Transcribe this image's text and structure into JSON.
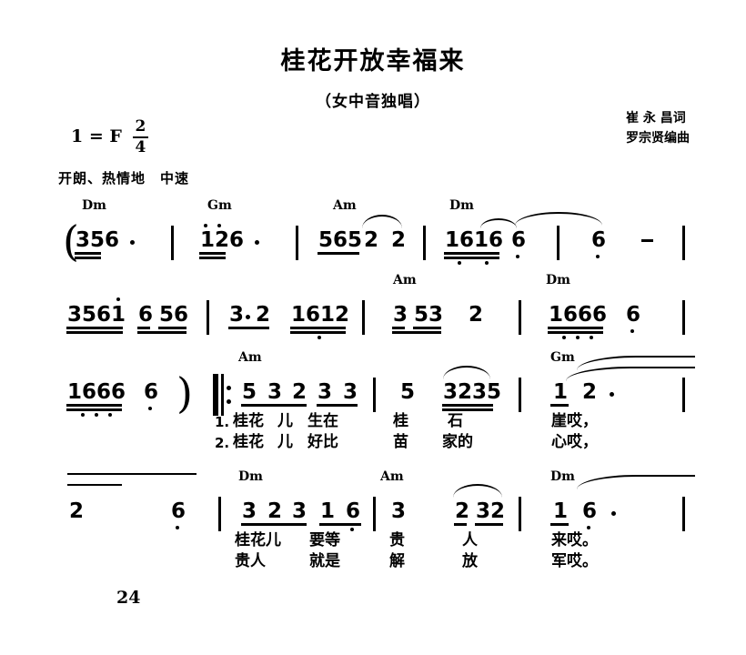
{
  "page": {
    "title": "桂花开放幸福来",
    "subtitle": "（女中音独唱）",
    "page_number": "24"
  },
  "credits": {
    "lyricist": "崔 永 昌词",
    "arranger": "罗宗贤编曲"
  },
  "heading": {
    "key_label": "1 = F",
    "meter_numerator": "2",
    "meter_denominator": "4",
    "tempo_expression": "开朗、热情地　中速"
  },
  "score": {
    "systems": [
      {
        "name": "system-1",
        "chords": [
          "Dm",
          "Gm",
          "Am",
          "Dm"
        ],
        "measures": [
          {
            "notes": "35 6 ·"
          },
          {
            "notes": "12 6 ·"
          },
          {
            "notes": "565 2  2"
          },
          {
            "notes": "1616  6·"
          },
          {
            "notes": "6  –"
          }
        ]
      },
      {
        "name": "system-2",
        "chords": [
          "Am",
          "Dm"
        ],
        "measures": [
          {
            "notes": "3561  6 56"
          },
          {
            "notes": "3·2  1612"
          },
          {
            "notes": "3 53   2"
          },
          {
            "notes": "1666   6·"
          }
        ]
      },
      {
        "name": "system-3",
        "chords": [
          "Am",
          "Gm"
        ],
        "measures": [
          {
            "notes": "1666  6·"
          },
          {
            "notes": "5 3 2 3 3"
          },
          {
            "notes": "5    3235"
          },
          {
            "notes": "1 2 ·"
          }
        ]
      },
      {
        "name": "system-4",
        "chords": [
          "Dm",
          "Am",
          "Dm"
        ],
        "measures": [
          {
            "notes": "2     6·"
          },
          {
            "notes": "3 2 3 1 6·"
          },
          {
            "notes": "3    2 32"
          },
          {
            "notes": "1 6 ·"
          }
        ]
      }
    ],
    "notes_tokens": {
      "s1m1": "35",
      "s1m1b": "6",
      "s1m2": "12",
      "s1m2b": "6",
      "s1m3": "565",
      "s1m3b": "2",
      "s1m3c": "2",
      "s1m4": "1616",
      "s1m4b": "6",
      "s1m5": "6",
      "s2m1": "3561",
      "s2m1b": "6",
      "s2m1c": "56",
      "s2m2": "3",
      "s2m2b": "2",
      "s2m2c": "1612",
      "s2m3": "3",
      "s2m3b": "53",
      "s2m3c": "2",
      "s2m4": "1666",
      "s2m4b": "6",
      "s3m1": "1666",
      "s3m1b": "6",
      "s3m2a": "5",
      "s3m2b": "3",
      "s3m2c": "2",
      "s3m2d": "3",
      "s3m2e": "3",
      "s3m3a": "5",
      "s3m3b": "3235",
      "s3m4a": "1",
      "s3m4b": "2",
      "s4m1a": "2",
      "s4m1b": "6",
      "s4m2a": "3",
      "s4m2b": "2",
      "s4m2c": "3",
      "s4m2d": "1",
      "s4m2e": "6",
      "s4m3a": "3",
      "s4m3b": "2",
      "s4m3c": "32",
      "s4m4a": "1",
      "s4m4b": "6"
    }
  },
  "lyrics": {
    "verse1_number": "1.",
    "verse2_number": "2.",
    "line1": {
      "v1": [
        "桂花",
        "儿",
        "生在",
        "桂",
        "石",
        "崖哎，"
      ],
      "v2": [
        "桂花",
        "儿",
        "好比",
        "苗",
        "家的",
        "心哎，"
      ]
    },
    "line2": {
      "v1": [
        "桂花儿",
        "要等",
        "贵",
        "人",
        "来哎。"
      ],
      "v2": [
        "贵人",
        "就是",
        "解",
        "放",
        "军哎。"
      ]
    }
  },
  "colors": {
    "ink": "#000000",
    "paper": "#ffffff"
  }
}
